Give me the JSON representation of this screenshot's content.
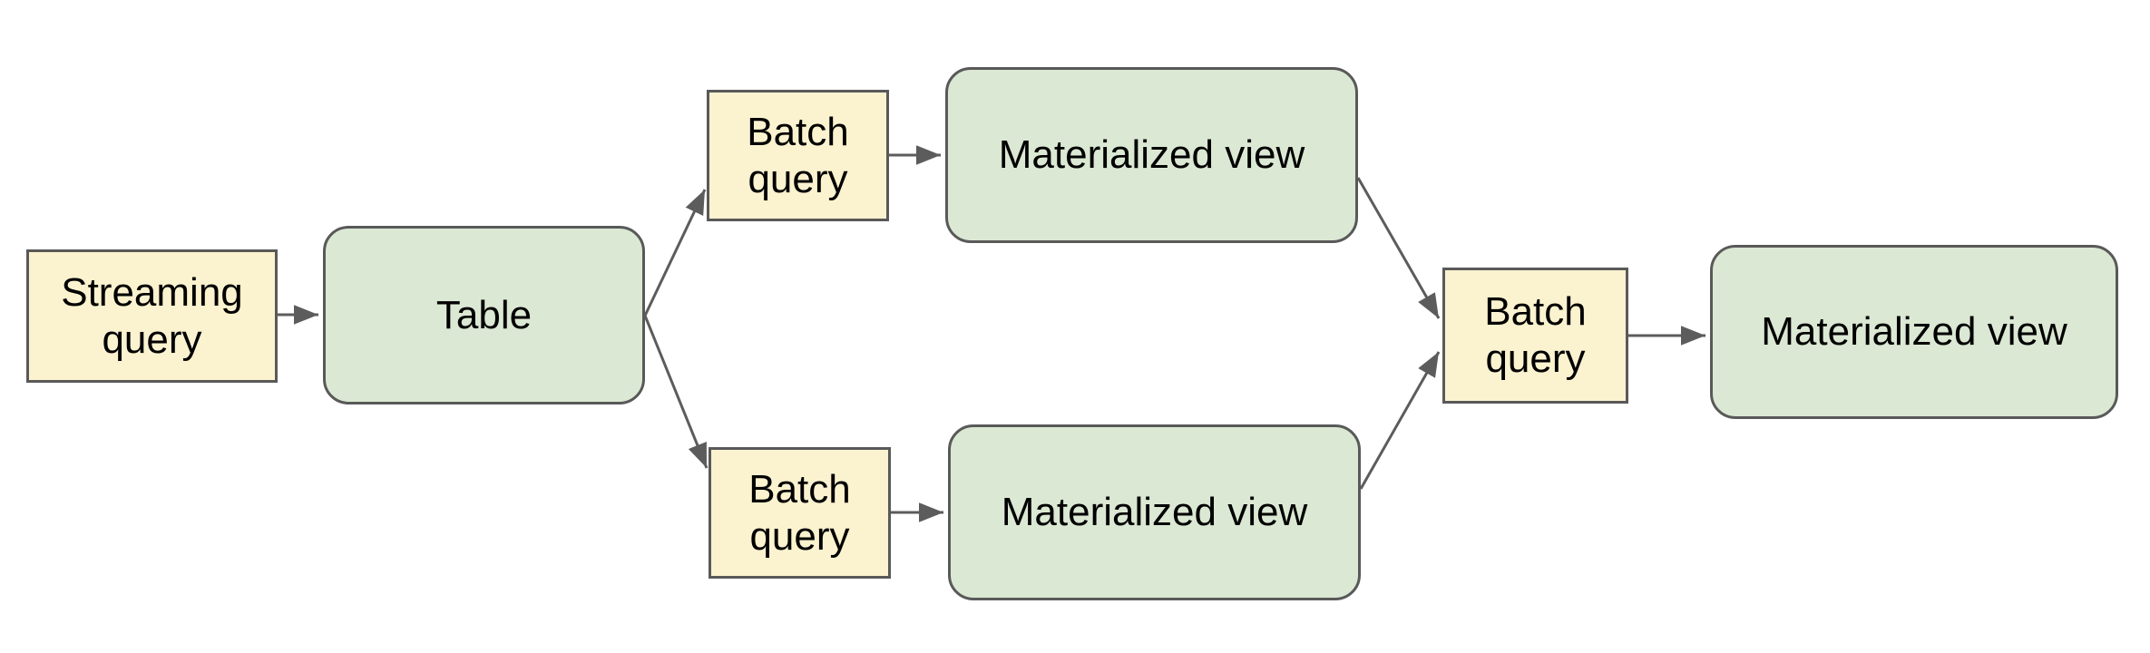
{
  "diagram": {
    "type": "flow-diagram",
    "description": "Streaming and batch query materialization pipeline"
  },
  "nodes": [
    {
      "id": "streaming-query",
      "label": "Streaming query",
      "kind": "query"
    },
    {
      "id": "table",
      "label": "Table",
      "kind": "dataset"
    },
    {
      "id": "batch-query-top",
      "label": "Batch query",
      "kind": "query"
    },
    {
      "id": "materialized-view-top",
      "label": "Materialized view",
      "kind": "dataset"
    },
    {
      "id": "batch-query-bottom",
      "label": "Batch query",
      "kind": "query"
    },
    {
      "id": "materialized-view-bottom",
      "label": "Materialized view",
      "kind": "dataset"
    },
    {
      "id": "batch-query-right",
      "label": "Batch query",
      "kind": "query"
    },
    {
      "id": "materialized-view-right",
      "label": "Materialized view",
      "kind": "dataset"
    }
  ],
  "edges": [
    {
      "from": "streaming-query",
      "to": "table"
    },
    {
      "from": "table",
      "to": "batch-query-top"
    },
    {
      "from": "table",
      "to": "batch-query-bottom"
    },
    {
      "from": "batch-query-top",
      "to": "materialized-view-top"
    },
    {
      "from": "batch-query-bottom",
      "to": "materialized-view-bottom"
    },
    {
      "from": "materialized-view-top",
      "to": "batch-query-right"
    },
    {
      "from": "materialized-view-bottom",
      "to": "batch-query-right"
    },
    {
      "from": "batch-query-right",
      "to": "materialized-view-right"
    }
  ],
  "colors": {
    "query_fill": "#fbf2cf",
    "dataset_fill": "#dbe8d3",
    "node_border": "#595959",
    "arrow": "#5c5c5c",
    "text": "#000000",
    "background": "#ffffff"
  }
}
